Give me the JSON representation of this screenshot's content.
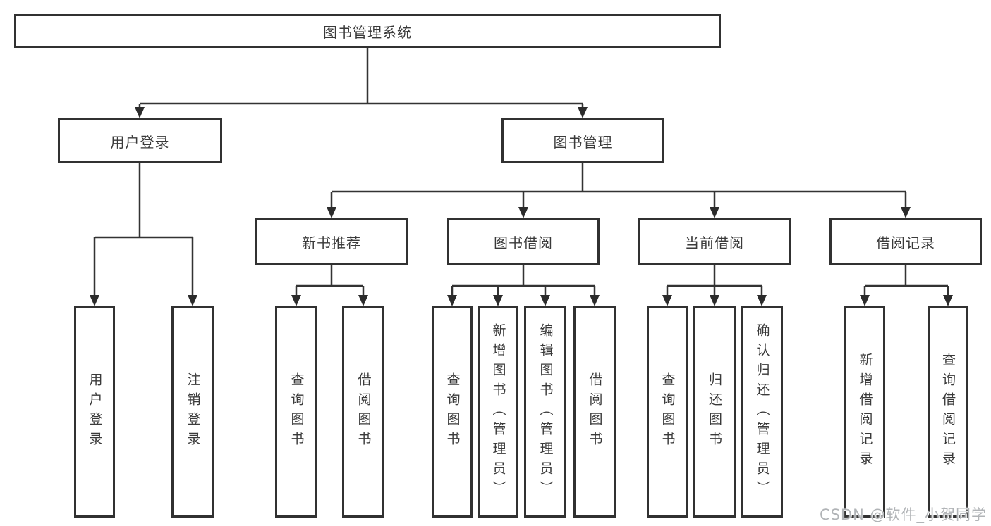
{
  "nodes": {
    "root": {
      "label": "图书管理系统"
    },
    "user_login": {
      "label": "用户登录",
      "children": {
        "login": {
          "label": "用户登录"
        },
        "logout": {
          "label": "注销登录"
        }
      }
    },
    "book_management": {
      "label": "图书管理",
      "children": {
        "new_book": {
          "label": "新书推荐",
          "children": {
            "query": {
              "label": "查询图书"
            },
            "borrow": {
              "label": "借阅图书"
            }
          }
        },
        "book_borrow": {
          "label": "图书借阅",
          "children": {
            "query": {
              "label": "查询图书"
            },
            "add": {
              "label": "新增图书（管理员）"
            },
            "edit": {
              "label": "编辑图书（管理员）"
            },
            "borrow": {
              "label": "借阅图书"
            }
          }
        },
        "current_borrow": {
          "label": "当前借阅",
          "children": {
            "query": {
              "label": "查询图书"
            },
            "return": {
              "label": "归还图书"
            },
            "confirm": {
              "label": "确认归还（管理员）"
            }
          }
        },
        "borrow_record": {
          "label": "借阅记录",
          "children": {
            "add": {
              "label": "新增借阅记录"
            },
            "query": {
              "label": "查询借阅记录"
            }
          }
        }
      }
    }
  },
  "watermark": {
    "text": "CSDN @软件_小贺同学"
  },
  "colors": {
    "line": "#333333",
    "arrow": "#2b2b2b",
    "border": "#313131",
    "text": "#3a3a3a",
    "watermark_text": "#b1b4b7",
    "background": "#ffffff"
  }
}
